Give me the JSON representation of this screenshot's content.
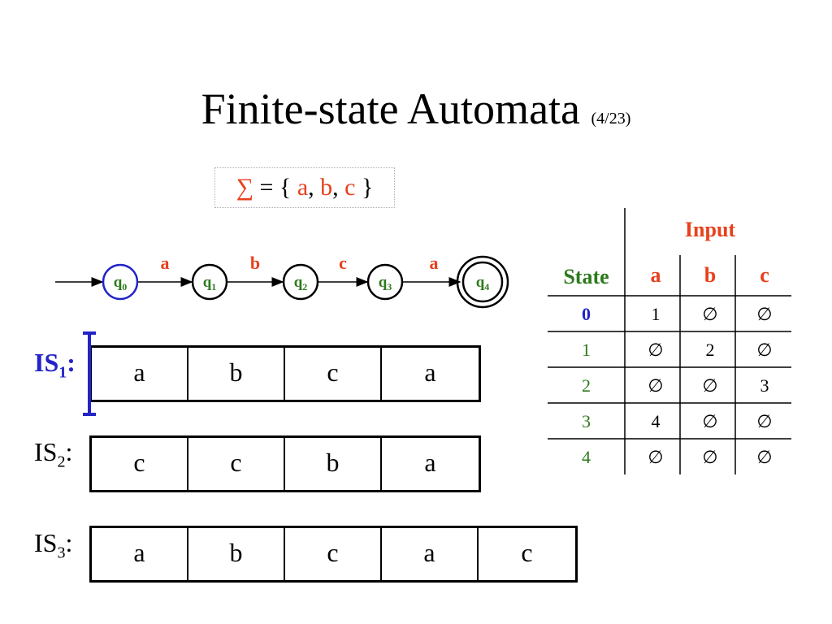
{
  "title": {
    "main": "Finite-state Automata",
    "sub": "(4/23)"
  },
  "alphabet": {
    "sigma": "∑",
    "eq": " = { ",
    "symbols": [
      "a",
      "b",
      "c"
    ],
    "comma": ", ",
    "close": " }"
  },
  "fsa": {
    "states": [
      {
        "name": "q",
        "sub": "0",
        "start": true,
        "accept": false
      },
      {
        "name": "q",
        "sub": "1",
        "start": false,
        "accept": false
      },
      {
        "name": "q",
        "sub": "2",
        "start": false,
        "accept": false
      },
      {
        "name": "q",
        "sub": "3",
        "start": false,
        "accept": false
      },
      {
        "name": "q",
        "sub": "4",
        "start": false,
        "accept": true
      }
    ],
    "transitions": [
      "a",
      "b",
      "c",
      "a"
    ]
  },
  "table": {
    "input_header": "Input",
    "state_header": "State",
    "symbols": [
      "a",
      "b",
      "c"
    ],
    "rows": [
      {
        "state": "0",
        "cells": [
          "1",
          "∅",
          "∅"
        ]
      },
      {
        "state": "1",
        "cells": [
          "∅",
          "2",
          "∅"
        ]
      },
      {
        "state": "2",
        "cells": [
          "∅",
          "∅",
          "3"
        ]
      },
      {
        "state": "3",
        "cells": [
          "4",
          "∅",
          "∅"
        ]
      },
      {
        "state": "4",
        "cells": [
          "∅",
          "∅",
          "∅"
        ]
      }
    ]
  },
  "input_strings": [
    {
      "label": "IS",
      "sub": "1",
      "colon": ":",
      "highlight": true,
      "symbols": [
        "a",
        "b",
        "c",
        "a"
      ]
    },
    {
      "label": "IS",
      "sub": "2",
      "colon": ":",
      "highlight": false,
      "symbols": [
        "c",
        "c",
        "b",
        "a"
      ]
    },
    {
      "label": "IS",
      "sub": "3",
      "colon": ":",
      "highlight": false,
      "symbols": [
        "a",
        "b",
        "c",
        "a",
        "c"
      ]
    }
  ],
  "colors": {
    "accent_red": "#e8401c",
    "state_green": "#2d7a1c",
    "highlight_blue": "#2323c8"
  }
}
